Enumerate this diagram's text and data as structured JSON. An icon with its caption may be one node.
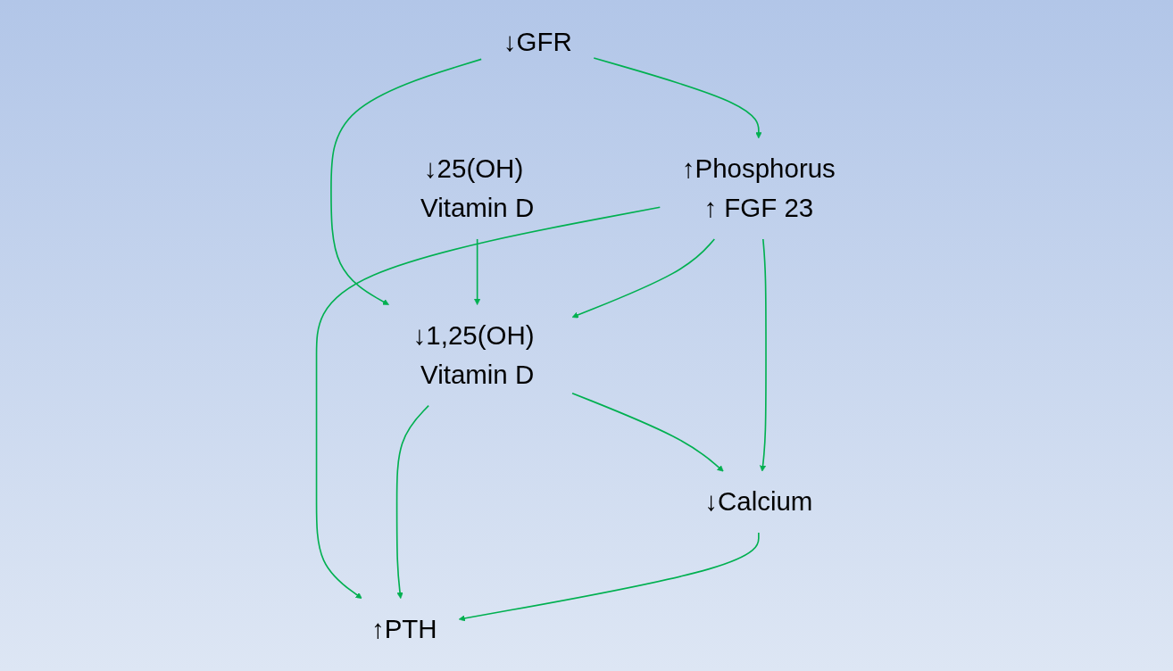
{
  "diagram": {
    "nodes": [
      {
        "text": [
          "↓GFR"
        ]
      },
      {
        "text": [
          "↓25(OH) Vitamin D"
        ]
      },
      {
        "text": [
          "↑Phosphorus",
          "↑ FGF 23"
        ]
      },
      {
        "text": [
          "↓1,25(OH) Vitamin D"
        ]
      },
      {
        "text": [
          "↓Calcium"
        ]
      },
      {
        "text": [
          "↑PTH"
        ]
      }
    ],
    "edges": [
      {
        "from": 0,
        "to": 2,
        "arrow": "to"
      },
      {
        "from": 0,
        "to": 3,
        "arrow": "to"
      },
      {
        "from": 1,
        "to": 3,
        "arrow": "to"
      },
      {
        "from": 2,
        "to": 3,
        "arrow": "to"
      },
      {
        "from": 3,
        "to": 4,
        "arrow": "to"
      },
      {
        "from": 2,
        "to": 5,
        "arrow": "to"
      },
      {
        "from": 2,
        "to": 4,
        "arrow": "to"
      },
      {
        "from": 3,
        "to": 5,
        "arrow": "to"
      },
      {
        "from": 4,
        "to": 5,
        "arrow": "to"
      }
    ]
  }
}
